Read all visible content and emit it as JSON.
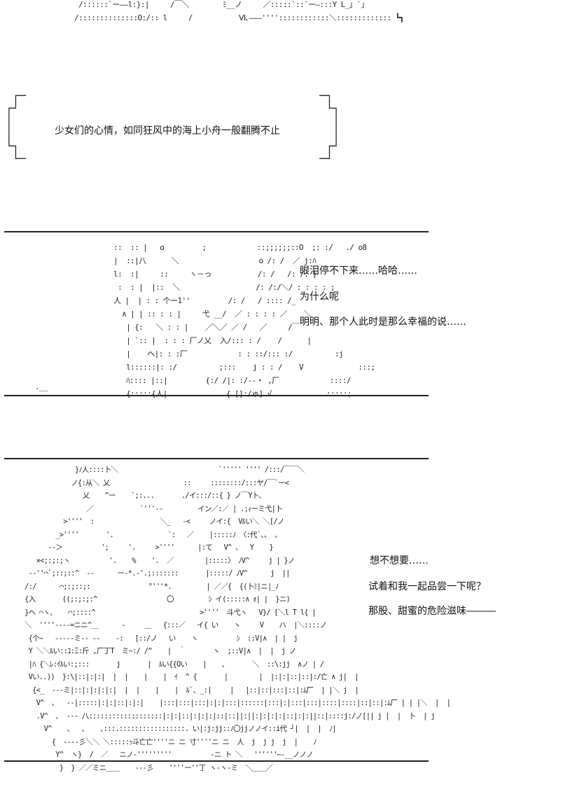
{
  "panel1": {
    "art": "       /::::::`ー――l:}:|     /￣＼        ﾐ__ノ     ／:::::`::`ー―:::Y L_｣ `｣\n      /::::::::::::::O:/:: l     /           Ⅵ､―――''''::::::::::::＼::::::::::::: ┗┓"
  },
  "narration": {
    "bracket_left": " ┌─\n┌┘\n│\n│\n└┐\n └─",
    "bracket_right": "─┐\n └┐\n  │\n  │\n ┌┘\n─┘",
    "text": "少女们的心情，如同狂风中的海上小舟一般翻腾不止"
  },
  "panel2": {
    "art": "  ::  :: |   o         ;            ::;;;;;;::O  ;: :/   ./ o8\n  |  ::|八      ＼                   o /: /  ／ j:ﾊ\n  l:  :|     ::     ヽ－っ           /: /   /: /: }\n   :  : |  |::  ＼                  /: /:/＼/ : : : : ;\n  人 |  | : : 个ー1''         /: /   / :::: /_\n    ∧ | | :: : : |     弋 __/  ／ : : : : ／    ＼\n     | {:   ＼ : : |    ／＼／ ／ /   ／     /￣\n     | `:: |  : : : 厂ノ乂  入/::: : /    /      |\n     |    ヘ|: : :厂            : : ::/::: :/          :j\n     l::::::|: :/          ;:::    j : : /    V             :::;\n     ﾊ:::: |::|         {:/ /|: :/--・ ,厂            ::::/\n     {:::::{人|              { []:/ゅ] √             :::::;",
    "art_bottom": ".__",
    "lines": [
      "眼泪停不下来……哈哈……",
      "为什么呢",
      "明明、那个人此时是那么幸福的说……"
    ]
  },
  "panel3": {
    "art": "               }ﾉ人::::卜＼                          `''''' '''' /:::/￣￣＼\n              ノ{:从＼ 乂                   ::     ::::::::/:::ヤ/￣`ー<\n                 乂    ^ー    `;:...       ./イ:::/::{ } ノ￣Y卜、\n                  ／            `'''--         イン／:／ | .;ｨーミ弋|卜\n            >''''  :                 ＼_   -<     ノイ:{  Vﾙい＼ ＼[/ノ\n          _>''''       '.              `:   ／    |:::::ﾉ 〈:代`、、 、\n        -‐＞          ';     '.     >''''      |:て   V^ 、  Y    }\n     ×<;:;:;ヽ          '.    %    '.  ／        |:::::〉 ﾉV^     j | }ノ\n   -‐''⌒`;::;::^  ‐‐      ー-*.-'.;:::::::       |:::::/ ﾉV^      j  ||\n  /:/      ⌒;:;::;:               °'''*.         | ／／{  {(卜ﾐ|ニ|_ﾉ\n  {入       ((;:;:;:^                  〇         ｼ イ(:::::∧ ｫ| |  }ニ)\n  }ヘ ⌒ヽ、   ⌒;::::^                           >''''  斗弋ヽ   V}/ [＼l T l{ |\n  ＼  ''''-‐--=ニニ^＿      -     ＿   {:::／   イ{ い    ヽ     V    ハ  |＼::::ノ\n   {个~   -‐‐-‐ミ‐‐ ‐‐    -:   [::/ノ   い    ヽ          ｼ  ::V|∧  | |  j\n   Y ＼＼ﾙい::ﾕ:Ξ:斤 ,厂丁T  ミ~:/ /^    |  ｀       ヽ  ;::V|∧  |  |  j ノ\n   |ﾊ {＼ﾚ:ｲﾙい:;:::       j       |  ﾙい{{Oい    |    ､       ＼  ::\\:jj  ∧ノ | /\n   Vい..))  }:\\|::|:|:|  |  |    |    |  ｲ  ^ {       |        |  |:|:|::|::|:/亡 ∧ j|  |\n    {<_  -‐‐ミ|::|:|:|:|:|  |  |    |    |  ﾙ`、_:| 　  |   |::|::|:::|::|:ﾑ厂  | |＼ j  |\n     V^  ､   -‐|:::::|:|:|::|:|:|    |:::|:::|:::|:|:|:::|::::::|:::|:|:::|:::|::::|::::|::|::|:ﾑ厂 | | |＼  |  |\n     .V^  ､  ‐‐- 八:::::::::::::::::::|:|:|::|:|:|:|::|::||:||:|:|:|:|::|:|:||::|::::j:/ノ[|| j |  |  卜  | j\n       V^    ､   ､    ､:::.:::::::::::::::::. い|:j:jj::ﾉ〇jjノノイ::i代 ┘|  |  |  ﾉ|\n         {  -‐‐‐彡＼＼ ＼:::::ｯ斗亡亡''''ニ ニ 寸''''ニ ニ  人  j  j j  j  |    ﾉ\n          Y^  ヽ}  /  ／   ニノ‐'''''''''          ‐ニ ト ＼   ''''''~-__ノノノ\n           }  } ／／ミニ＿＿    ---彡    ''''ー''丁 ヽ-ヽ-ミ  ＼＿＿／",
    "lines": [
      "想不想要……",
      "试着和我一起品尝一下呢？",
      "那股、甜蜜的危险滋味―――"
    ]
  }
}
